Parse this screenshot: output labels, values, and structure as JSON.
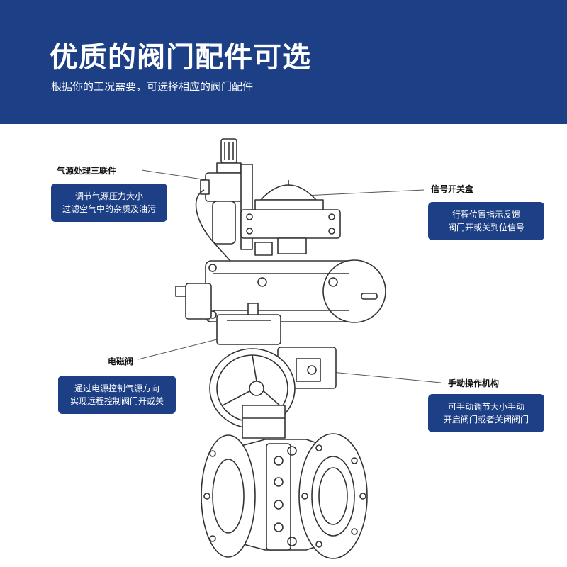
{
  "header": {
    "title": "优质的阀门配件可选",
    "subtitle": "根据你的工况需要，可选择相应的阀门配件"
  },
  "callouts": {
    "frl": {
      "label": "气源处理三联件",
      "lines": [
        "调节气源压力大小",
        "过滤空气中的杂质及油污"
      ]
    },
    "switch_box": {
      "label": "信号开关盒",
      "lines": [
        "行程位置指示反馈",
        "阀门开或关到位信号"
      ]
    },
    "solenoid": {
      "label": "电磁阀",
      "lines": [
        "通过电源控制气源方向",
        "实现远程控制阀门开或关"
      ]
    },
    "manual": {
      "label": "手动操作机构",
      "lines": [
        "可手动调节大小手动",
        "开启阀门或者关闭阀门"
      ]
    }
  },
  "colors": {
    "header_bg": "#1c3f85",
    "box_bg": "#1c3f85",
    "line": "#555555",
    "drawing": "#333333"
  }
}
